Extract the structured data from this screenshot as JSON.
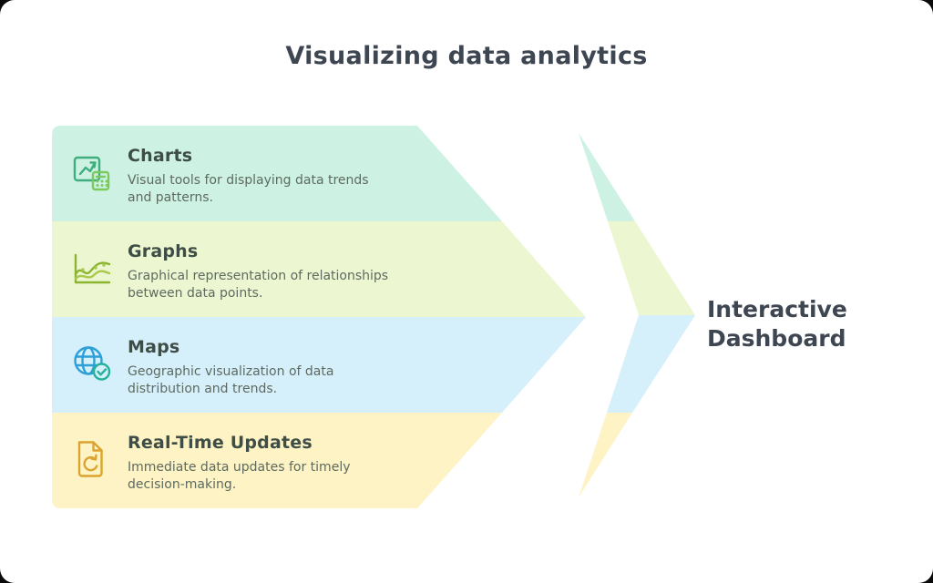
{
  "title": {
    "text": "Visualizing data analytics",
    "color": "#3e4651"
  },
  "result": {
    "line1": "Interactive",
    "line2": "Dashboard",
    "color": "#3e4651"
  },
  "colors": {
    "canvas_background": "#ffffff",
    "outside_background": "#0a0a0a",
    "heading_text": "#3f4d47",
    "body_text": "#5e6a60"
  },
  "bands": [
    {
      "label": "Charts",
      "description": "Visual tools for displaying data trends and patterns.",
      "band_color": "#cdf2e4",
      "icon": "chart-calculator-icon",
      "icon_color": "#3fae7e",
      "icon_accent": "#7cc95e"
    },
    {
      "label": "Graphs",
      "description": "Graphical representation of relationships between data points.",
      "band_color": "#ecf7d2",
      "icon": "line-graph-icon",
      "icon_color": "#8cb52f",
      "icon_accent": "#a9c94e"
    },
    {
      "label": "Maps",
      "description": "Geographic visualization of data distribution and trends.",
      "band_color": "#d5effb",
      "icon": "globe-check-icon",
      "icon_color": "#2ea0d8",
      "icon_accent": "#26b29a"
    },
    {
      "label": "Real-Time Updates",
      "description": "Immediate data updates for timely decision-making.",
      "band_color": "#fdf3c5",
      "icon": "document-refresh-icon",
      "icon_color": "#dca32e",
      "icon_accent": "#dca32e"
    }
  ]
}
